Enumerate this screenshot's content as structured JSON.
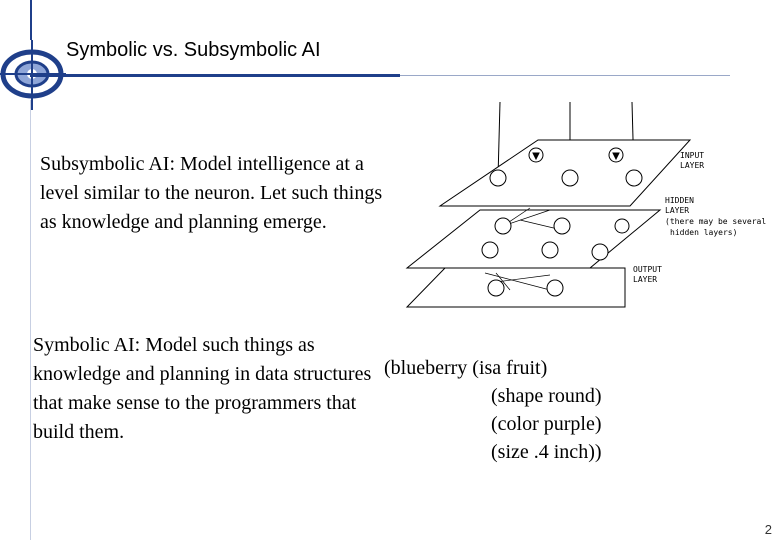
{
  "slide": {
    "title": "Symbolic vs. Subsymbolic AI",
    "page_number": "2"
  },
  "subsymbolic": {
    "text": "Subsymbolic AI: Model intelligence at a level similar to the neuron.  Let such things as knowledge and planning emerge."
  },
  "symbolic": {
    "text": "Symbolic AI: Model such things as knowledge and planning in data structures that make sense to the programmers that build them."
  },
  "code_example": {
    "line1": "(blueberry (isa fruit)",
    "line2": "(shape round)",
    "line3": "(color purple)",
    "line4": "(size .4 inch))"
  },
  "network_labels": {
    "input_line1": "INPUT",
    "input_line2": "LAYER",
    "hidden_line1": "HIDDEN",
    "hidden_line2": "LAYER",
    "hidden_line3": "(there may be several",
    "hidden_line4": "hidden layers)",
    "output_line1": "OUTPUT",
    "output_line2": "LAYER"
  },
  "colors": {
    "accent": "#1f3f8a"
  }
}
